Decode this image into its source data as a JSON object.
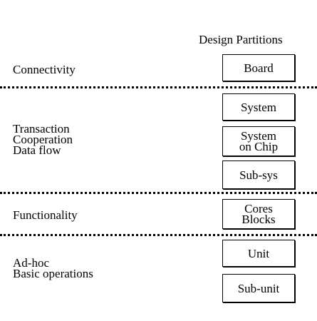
{
  "header": "Design Partitions",
  "levels": [
    {
      "label": [
        "Connectivity"
      ],
      "boxes": [
        [
          "Board"
        ]
      ]
    },
    {
      "label": [
        "Transaction",
        "Cooperation",
        "Data flow"
      ],
      "boxes": [
        [
          "System"
        ],
        [
          "System",
          "on Chip"
        ],
        [
          "Sub-sys"
        ]
      ]
    },
    {
      "label": [
        "Functionality"
      ],
      "boxes": [
        [
          "Cores",
          "Blocks"
        ]
      ]
    },
    {
      "label": [
        "Ad-hoc",
        "Basic operations"
      ],
      "boxes": [
        [
          "Unit"
        ],
        [
          "Sub-unit"
        ]
      ]
    }
  ]
}
